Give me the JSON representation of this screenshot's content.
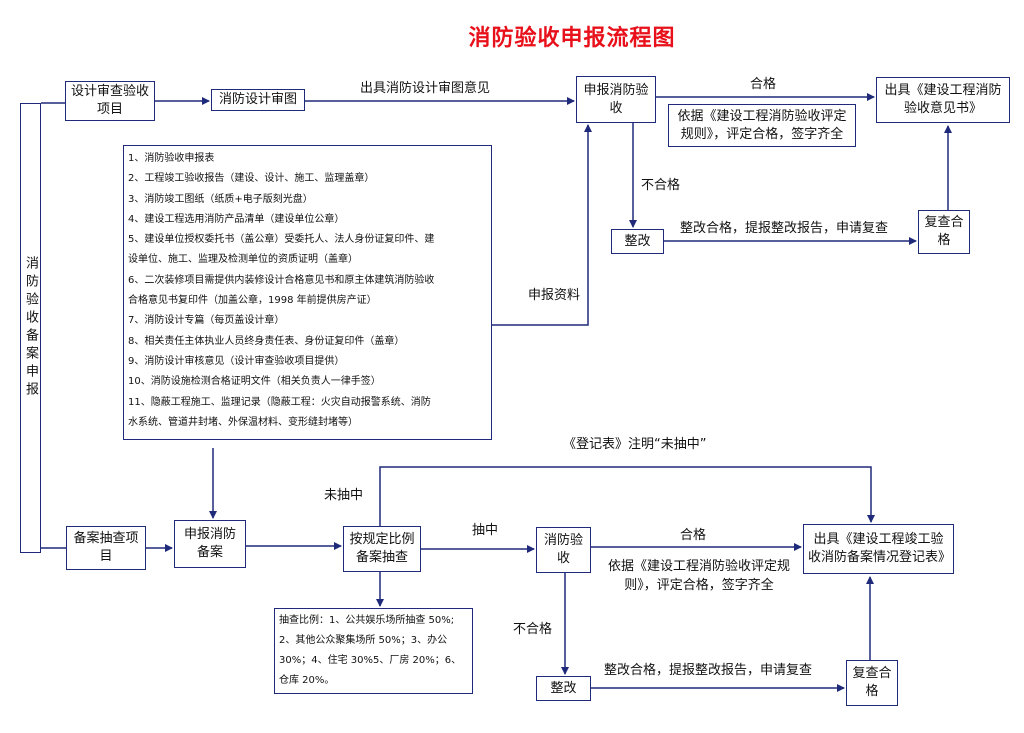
{
  "title": "消防验收申报流程图",
  "left_bar": "消防验收备案申报",
  "boxes": {
    "design_review_project": "设计审查验收项目",
    "fire_design_review": "消防设计审图",
    "apply_acceptance": "申报消防验收",
    "issue_opinion": "出具《建设工程消防验收意见书》",
    "rectify_top": "整改",
    "recheck_top": "复查合格",
    "filing_project": "备案抽查项 目",
    "apply_filing": "申报消防备案",
    "sampling": "按规定比例备案抽查",
    "fire_acceptance": "消防验收",
    "issue_register": "出具《建设工程竣工验收消防备案情况登记表》",
    "rectify_bottom": "整改",
    "recheck_bottom": "复查合格"
  },
  "materials": [
    "1、消防验收申报表",
    "2、工程竣工验收报告（建设、设计、施工、监理盖章）",
    "3、消防竣工图纸（纸质+电子版刻光盘）",
    "4、建设工程选用消防产品清单（建设单位公章）",
    "5、建设单位授权委托书（盖公章）受委托人、法人身份证复印件、建",
    "设单位、施工、监理及检测单位的资质证明（盖章）",
    "6、二次装修项目需提供内装修设计合格意见书和原主体建筑消防验收",
    "合格意见书复印件（加盖公章，1998 年前提供房产证）",
    "7、消防设计专篇（每页盖设计章）",
    "8、相关责任主体执业人员终身责任表、身份证复印件（盖章）",
    "9、消防设计审核意见（设计审查验收项目提供）",
    "10、消防设施检测合格证明文件（相关负责人一律手签）",
    "11、隐蔽工程施工、监理记录（隐蔽工程：火灾自动报警系统、消防",
    "水系统、管道井封堵、外保温材料、变形缝封堵等）"
  ],
  "ratio_lines": [
    "抽查比例：1、公共娱乐场所抽查 50%;",
    "2、其他公众聚集场所 50%；3、办公",
    "30%；4、住宅 30%5、厂房 20%；6、",
    "仓库 20%。"
  ],
  "labels": {
    "issue_design_opinion": "出具消防设计审图意见",
    "pass_top": "合格",
    "basis_top": "依据《建设工程消防验收评定规则》，评定合格，签字齐全",
    "fail_top": "不合格",
    "rectify_report_top": "整改合格，提报整改报告，申请复查",
    "submit_materials": "申报资料",
    "register_note": "《登记表》注明“未抽中”",
    "not_sampled": "未抽中",
    "sampled": "抽中",
    "pass_bottom": "合格",
    "basis_bottom": "依据《建设工程消防验收评定规则》，评定合格，签字齐全",
    "fail_bottom": "不合格",
    "rectify_report_bottom": "整改合格，提报整改报告，申请复查"
  },
  "colors": {
    "title": "#e8101a",
    "line": "#1f2a7a"
  }
}
